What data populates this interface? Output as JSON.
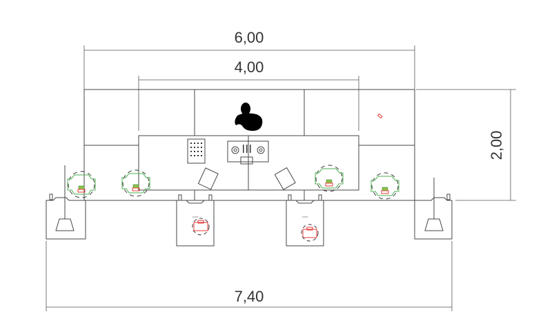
{
  "dimensions": {
    "total_width": "6,00",
    "desk_width": "4,00",
    "depth": "2,00",
    "overall_width": "7,40"
  },
  "subwoofer_label": "LOGO",
  "colors": {
    "monitor": "#4caf50",
    "sub_driver": "#e53935",
    "lines": "#444444"
  }
}
